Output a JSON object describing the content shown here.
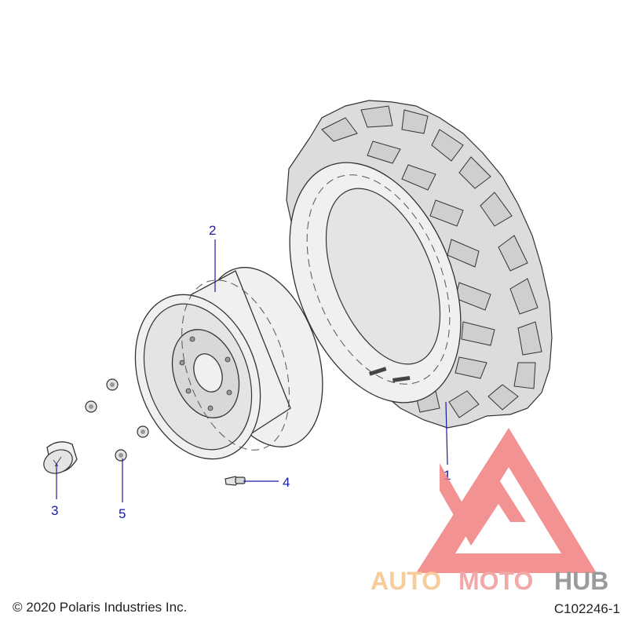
{
  "callouts": [
    {
      "id": "1",
      "text": "1",
      "part": "tire"
    },
    {
      "id": "2",
      "text": "2",
      "part": "wheel-rim"
    },
    {
      "id": "3",
      "text": "3",
      "part": "center-cap"
    },
    {
      "id": "4",
      "text": "4",
      "part": "valve-stem"
    },
    {
      "id": "5",
      "text": "5",
      "part": "lug-nut"
    }
  ],
  "footer": {
    "copyright": "© 2020 Polaris Industries Inc.",
    "diagram_code": "C102246-1"
  },
  "watermark": {
    "text_auto": "AUTO",
    "text_moto": "MOTO",
    "text_hub": "HUB",
    "colors": {
      "auto": "#f6c48a",
      "moto": "#f29a9a",
      "hub": "#8a8a8a",
      "logo": "#f08080"
    }
  },
  "colors": {
    "callout": "#1a1aa6",
    "line": "#333333"
  }
}
